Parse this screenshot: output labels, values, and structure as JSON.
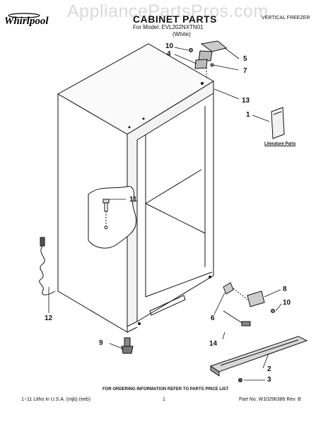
{
  "watermark": "AppliancePartsPros.com",
  "brand": "Whirlpool",
  "header": {
    "title": "CABINET PARTS",
    "model_line": "For Model: EVL202NXTN01",
    "color_line": "(White)",
    "category": "VERTICAL FREEZER"
  },
  "callouts": [
    "10",
    "4",
    "5",
    "7",
    "13",
    "1",
    "11",
    "8",
    "10",
    "6",
    "12",
    "9",
    "14",
    "2",
    "3"
  ],
  "literature_label": "Literature Parts",
  "ordering_note": "FOR ORDERING INFORMATION REFER TO PARTS PRICE LIST",
  "footer": {
    "left": "1−11 Litho in U.S.A. (mjb) (eeb)",
    "center": "1",
    "right": "Part No. W10296386 Rev. B"
  }
}
